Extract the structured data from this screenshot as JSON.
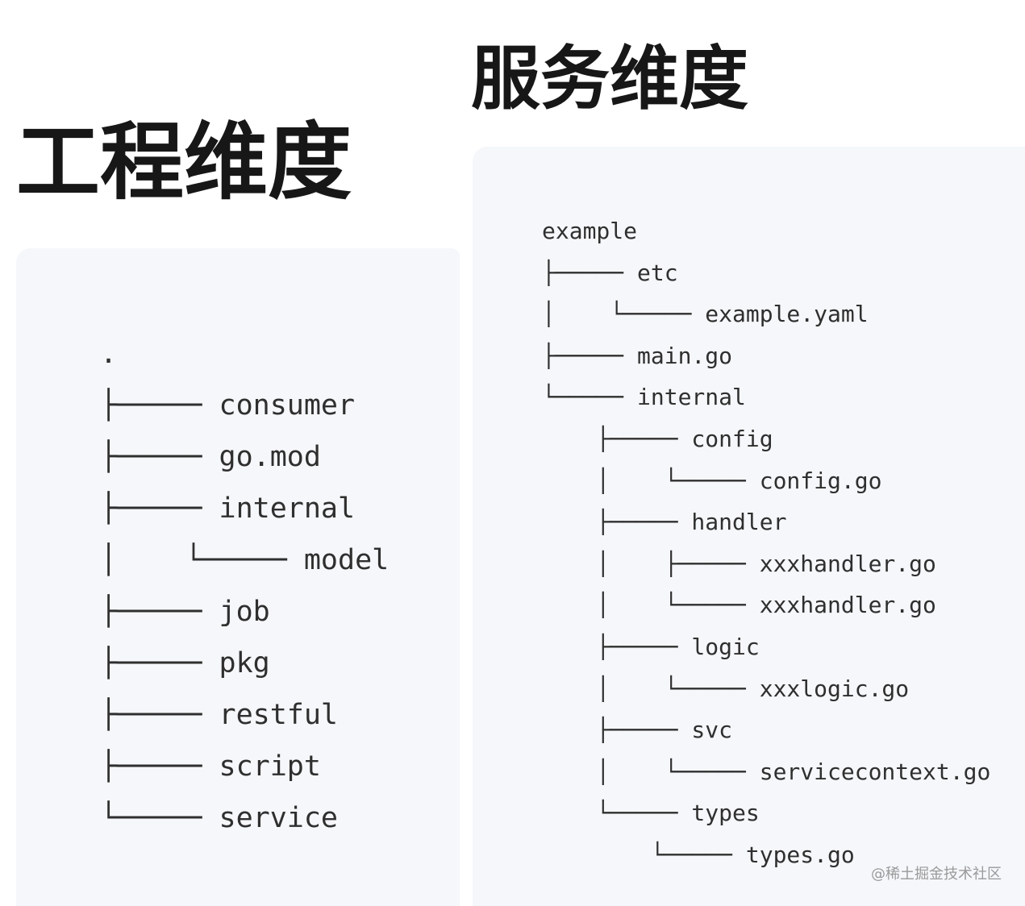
{
  "headings": {
    "service_dimension": "服务维度",
    "project_dimension": "工程维度"
  },
  "project_tree": {
    "rows": [
      {
        "name": "."
      },
      {
        "prefix": "├─────",
        "name": "consumer"
      },
      {
        "prefix": "├─────",
        "name": "go.mod"
      },
      {
        "prefix": "├─────",
        "name": "internal"
      },
      {
        "prefix": "│    └─────",
        "name": "model"
      },
      {
        "prefix": "├─────",
        "name": "job"
      },
      {
        "prefix": "├─────",
        "name": "pkg"
      },
      {
        "prefix": "├─────",
        "name": "restful"
      },
      {
        "prefix": "├─────",
        "name": "script"
      },
      {
        "prefix": "└─────",
        "name": "service"
      }
    ]
  },
  "service_tree": {
    "rows": [
      {
        "name": "example"
      },
      {
        "prefix": "├─────",
        "name": "etc"
      },
      {
        "prefix": "│    └─────",
        "name": "example.yaml"
      },
      {
        "prefix": "├─────",
        "name": "main.go"
      },
      {
        "prefix": "└─────",
        "name": "internal"
      },
      {
        "prefix": "    ├─────",
        "name": "config"
      },
      {
        "prefix": "    │    └─────",
        "name": "config.go"
      },
      {
        "prefix": "    ├─────",
        "name": "handler"
      },
      {
        "prefix": "    │    ├─────",
        "name": "xxxhandler.go"
      },
      {
        "prefix": "    │    └─────",
        "name": "xxxhandler.go"
      },
      {
        "prefix": "    ├─────",
        "name": "logic"
      },
      {
        "prefix": "    │    └─────",
        "name": "xxxlogic.go"
      },
      {
        "prefix": "    ├─────",
        "name": "svc"
      },
      {
        "prefix": "    │    └─────",
        "name": "servicecontext.go"
      },
      {
        "prefix": "    └─────",
        "name": "types"
      },
      {
        "prefix": "        └─────",
        "name": "types.go"
      }
    ]
  },
  "watermark": "@稀土掘金技术社区",
  "colors": {
    "panel_background": "#f5f7fa",
    "heading_text": "#171717",
    "tree_text": "#2f2f2f",
    "watermark_text": "#9a9a9a"
  }
}
